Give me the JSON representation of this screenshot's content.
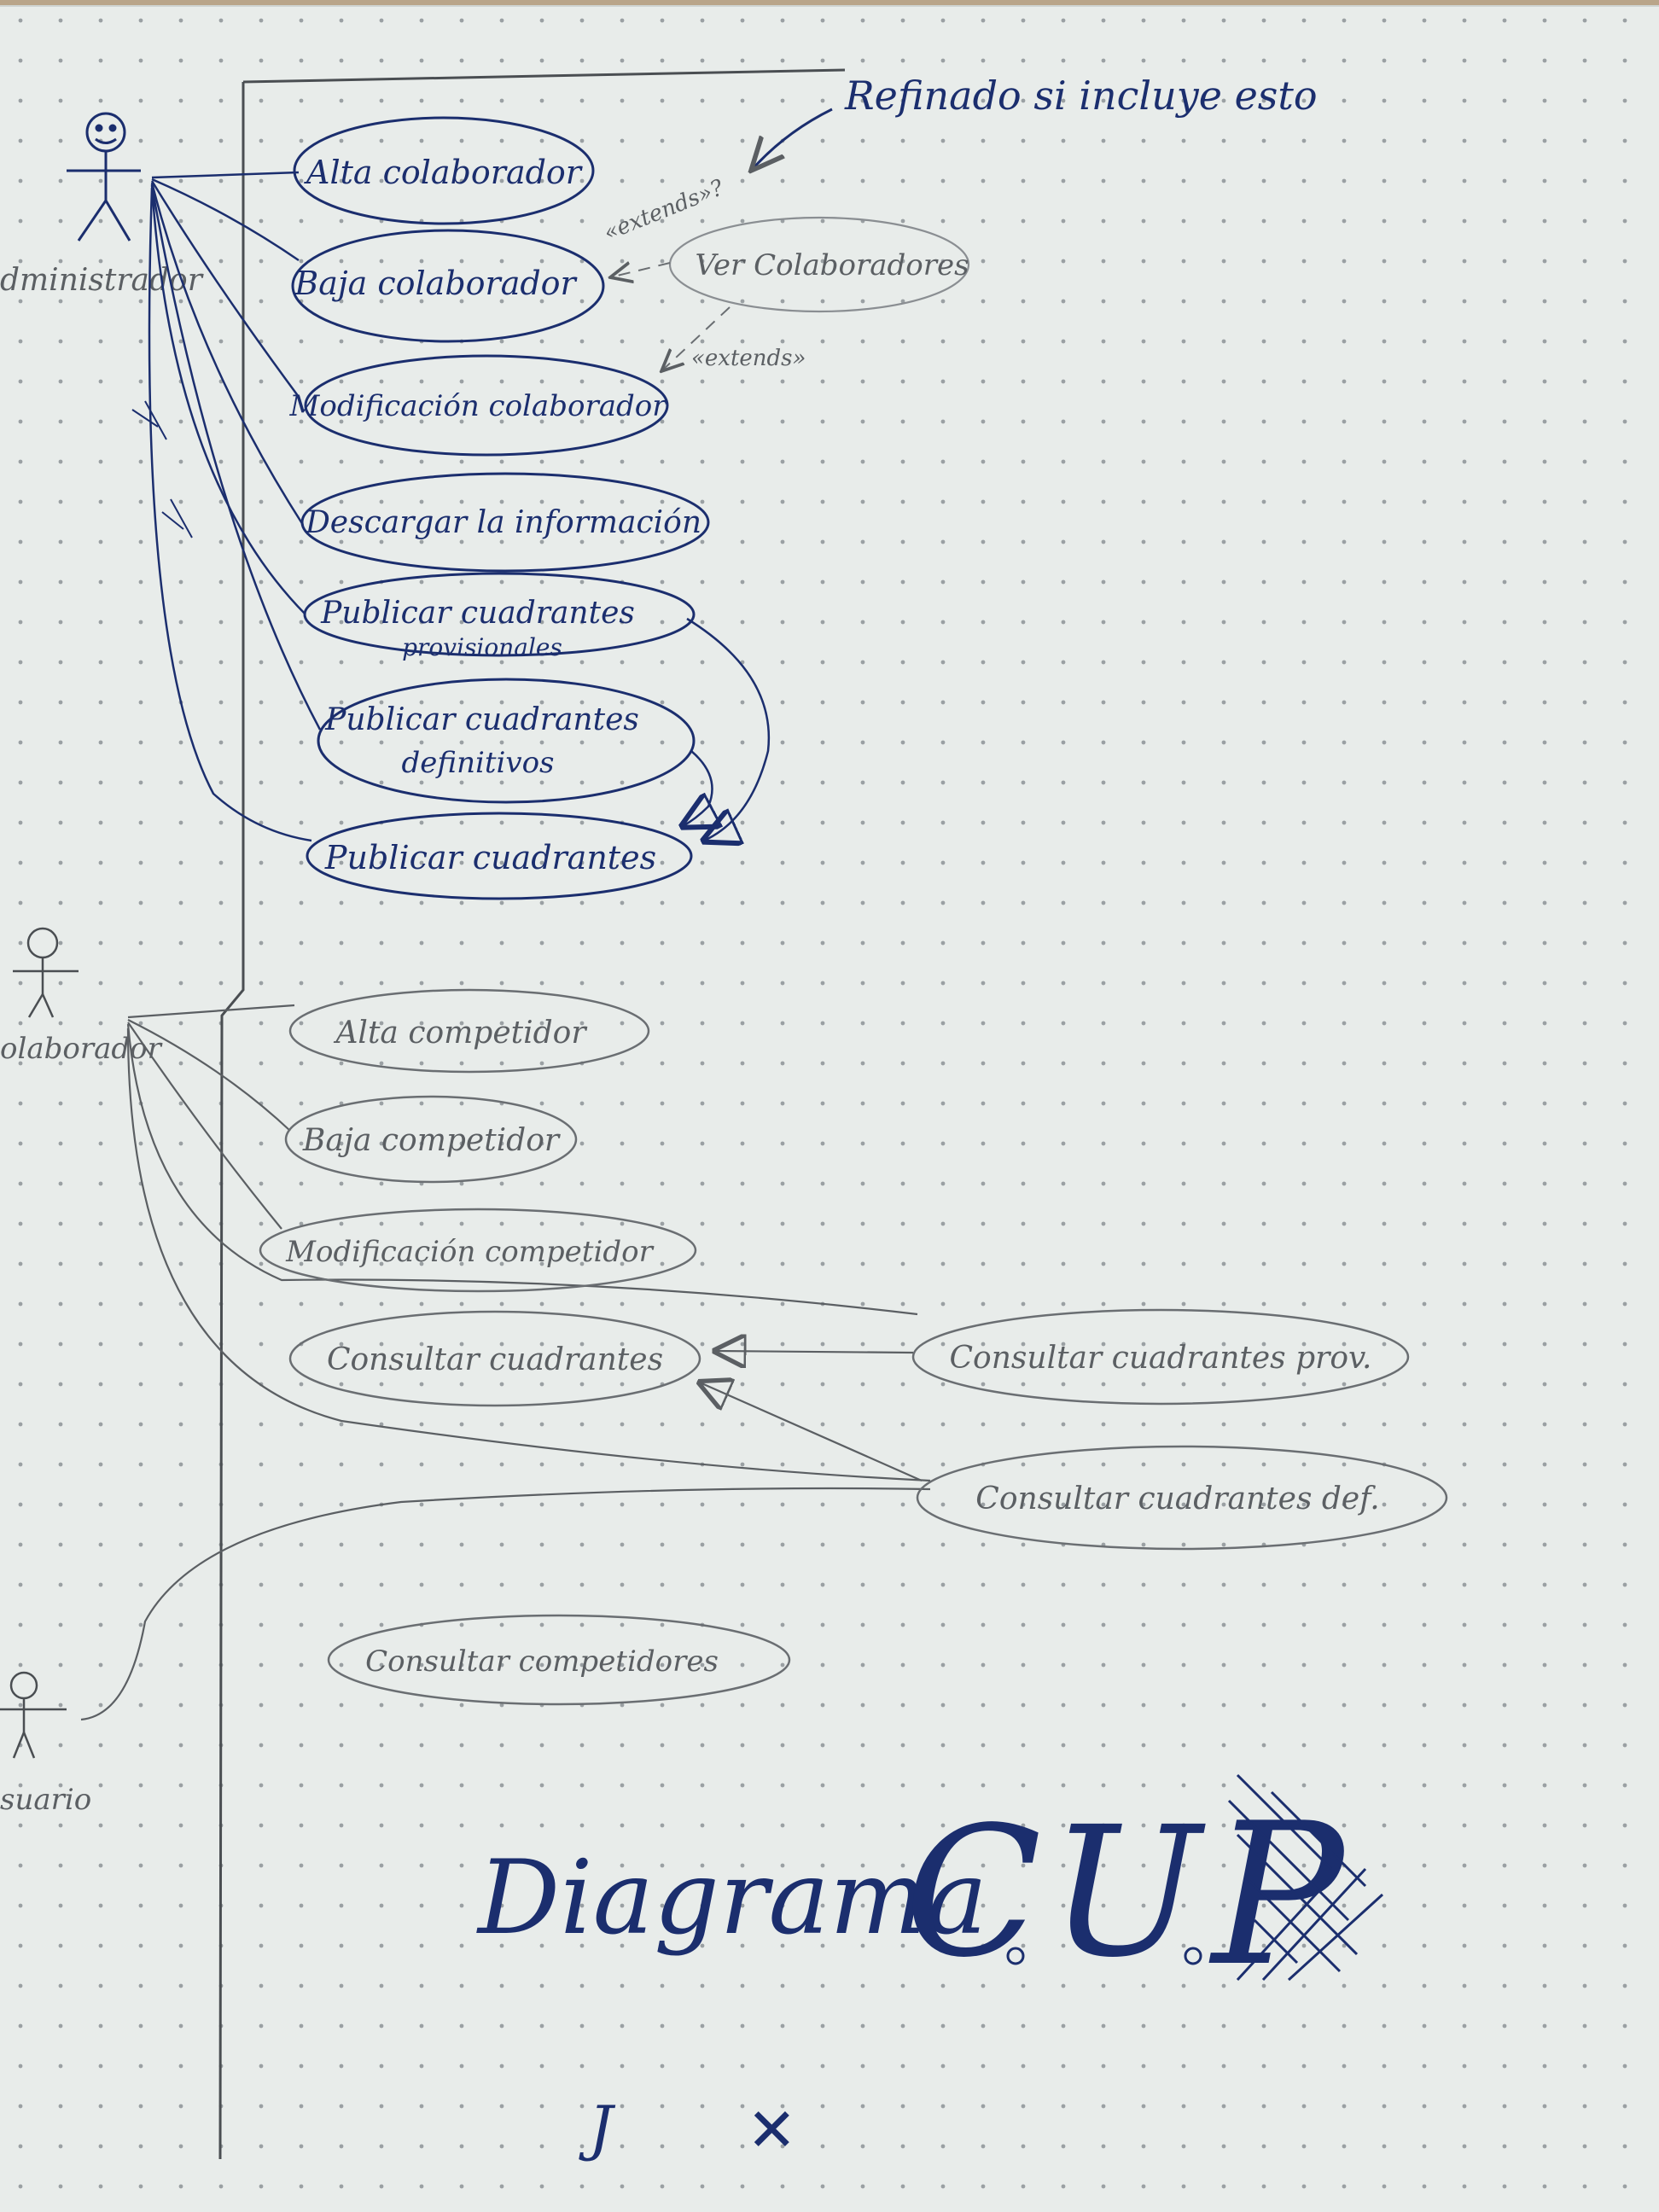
{
  "note_top": "Refinado si incluye esto",
  "actors": {
    "administrador": "dministrador",
    "colaborador": "olaborador",
    "usuario": "suario"
  },
  "use_cases": {
    "alta_colaborador": "Alta colaborador",
    "baja_colaborador": "Baja colaborador",
    "modificacion_colaborador": "Modificación colaborador",
    "descargar_informacion": "Descargar la información",
    "publicar_provisionales_line1": "Publicar cuadrantes",
    "publicar_provisionales_line2": "provisionales",
    "publicar_definitivos_line1": "Publicar cuadrantes",
    "publicar_definitivos_line2": "definitivos",
    "publicar_cuadrantes": "Publicar cuadrantes",
    "ver_colaboradores": "Ver Colaboradores",
    "alta_competidor": "Alta competidor",
    "baja_competidor": "Baja competidor",
    "modificacion_competidor": "Modificación competidor",
    "consultar_cuadrantes": "Consultar cuadrantes",
    "consultar_cuadrantes_prov": "Consultar cuadrantes prov.",
    "consultar_cuadrantes_def": "Consultar cuadrantes def.",
    "consultar_competidores": "Consultar competidores"
  },
  "stereotypes": {
    "extends_top": "«extends»?",
    "extends_bottom": "«extends»"
  },
  "title": {
    "word": "Diagrama",
    "letters": [
      "C",
      "U",
      "P"
    ]
  },
  "page_marks": {
    "left": "J",
    "right": "✕"
  },
  "colors": {
    "paper": "#e8ecea",
    "ink_blue": "#1b2e6e",
    "pencil": "#6a6e72",
    "dot": "#9aa0a3"
  }
}
